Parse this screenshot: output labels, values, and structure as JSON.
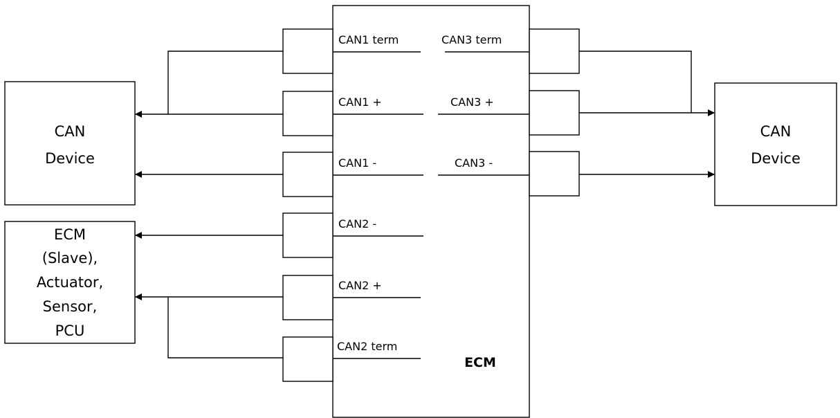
{
  "ecm": {
    "label": "ECM"
  },
  "left_device": {
    "lines": [
      "CAN",
      "Device"
    ]
  },
  "right_device": {
    "lines": [
      "CAN",
      "Device"
    ]
  },
  "slave_box": {
    "lines": [
      "ECM",
      "(Slave),",
      "Actuator,",
      "Sensor,",
      "PCU"
    ]
  },
  "pins": {
    "can1_term": "CAN1 term",
    "can1_plus": "CAN1 +",
    "can1_minus": "CAN1 -",
    "can2_minus": "CAN2 -",
    "can2_plus": "CAN2 +",
    "can2_term": "CAN2 term",
    "can3_term": "CAN3 term",
    "can3_plus": "CAN3 +",
    "can3_minus": "CAN3 -"
  }
}
